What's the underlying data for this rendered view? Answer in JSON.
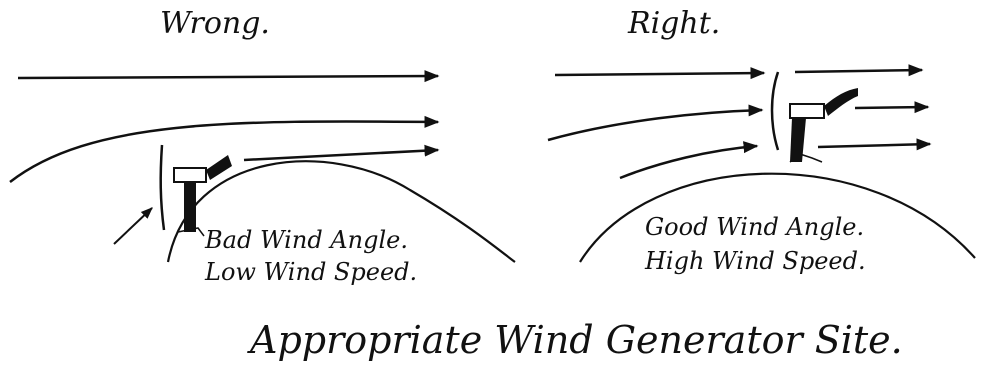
{
  "diagram": {
    "caption": "Appropriate Wind Generator Site.",
    "left_panel": {
      "title": "Wrong.",
      "note_line1": "Bad Wind Angle.",
      "note_line2": "Low Wind Speed."
    },
    "right_panel": {
      "title": "Right.",
      "note_line1": "Good Wind Angle.",
      "note_line2": "High Wind Speed."
    },
    "colors": {
      "ink": "#111111",
      "paper": "#ffffff"
    }
  }
}
